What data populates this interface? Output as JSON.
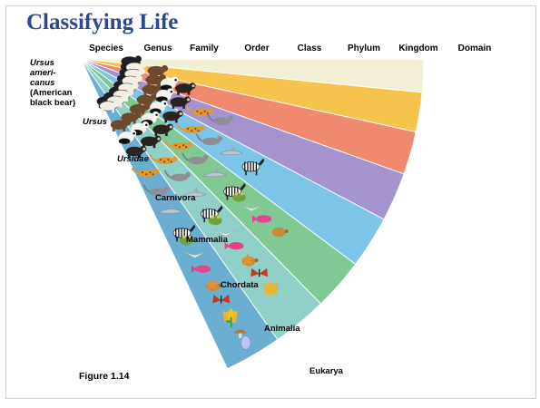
{
  "title": "Classifying Life",
  "ranks": [
    "Species",
    "Genus",
    "Family",
    "Order",
    "Class",
    "Phylum",
    "Kingdom",
    "Domain"
  ],
  "taxa": {
    "species_line1": "Ursus",
    "species_line2": "ameri-",
    "species_line3": "canus",
    "species_line4": "(American",
    "species_line5": "black bear)",
    "genus": "Ursus",
    "family": "Ursidae",
    "order": "Carnivora",
    "class": "Mammalia",
    "phylum": "Chordata",
    "kingdom": "Animalia",
    "domain": "Eukarya"
  },
  "figure_label": "Figure 1.14",
  "band_colors": [
    "#f4f0d6",
    "#f6c44c",
    "#f08a6e",
    "#a493cf",
    "#7cc4e8",
    "#80c995",
    "#8fd0c8",
    "#6aaed2"
  ],
  "organism_icons": [
    "black-bear",
    "polar-bear",
    "brown-bear",
    "giant-panda",
    "spectacled-bear",
    "leopard",
    "wildcat",
    "dolphin",
    "zebra",
    "frog",
    "bird",
    "fish",
    "turtle",
    "starfish",
    "butterfly",
    "sponge",
    "flower",
    "mushroom",
    "protist"
  ]
}
